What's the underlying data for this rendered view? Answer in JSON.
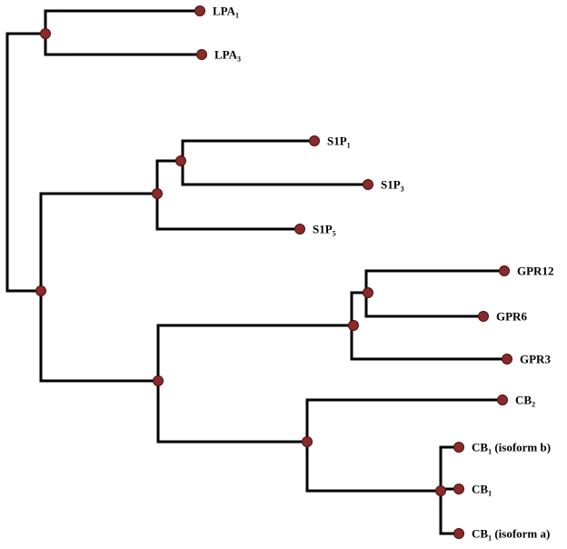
{
  "diagram": {
    "type": "phylogenetic-tree",
    "colors": {
      "branch": "#000000",
      "node": "#8b2a2a"
    },
    "leaves": [
      {
        "id": "lpa1",
        "label": "LPA",
        "sub": "1",
        "suffix": ""
      },
      {
        "id": "lpa3",
        "label": "LPA",
        "sub": "3",
        "suffix": ""
      },
      {
        "id": "s1p1",
        "label": "S1P",
        "sub": "1",
        "suffix": ""
      },
      {
        "id": "s1p3",
        "label": "S1P",
        "sub": "3",
        "suffix": ""
      },
      {
        "id": "s1p5",
        "label": "S1P",
        "sub": "5",
        "suffix": ""
      },
      {
        "id": "gpr12",
        "label": "GPR12",
        "sub": "",
        "suffix": ""
      },
      {
        "id": "gpr6",
        "label": "GPR6",
        "sub": "",
        "suffix": ""
      },
      {
        "id": "gpr3",
        "label": "GPR3",
        "sub": "",
        "suffix": ""
      },
      {
        "id": "cb2",
        "label": "CB",
        "sub": "2",
        "suffix": ""
      },
      {
        "id": "cb1b",
        "label": "CB",
        "sub": "1",
        "suffix": "  (isoform b)"
      },
      {
        "id": "cb1",
        "label": "CB",
        "sub": "1",
        "suffix": ""
      },
      {
        "id": "cb1a",
        "label": "CB",
        "sub": "1",
        "suffix": "  (isoform a)"
      }
    ],
    "topology": "((LPA1,LPA3),((S1P1,S1P3),S1P5),(((GPR12,GPR6),GPR3),(CB2,(CB1 isoform b,CB1,CB1 isoform a))))"
  }
}
